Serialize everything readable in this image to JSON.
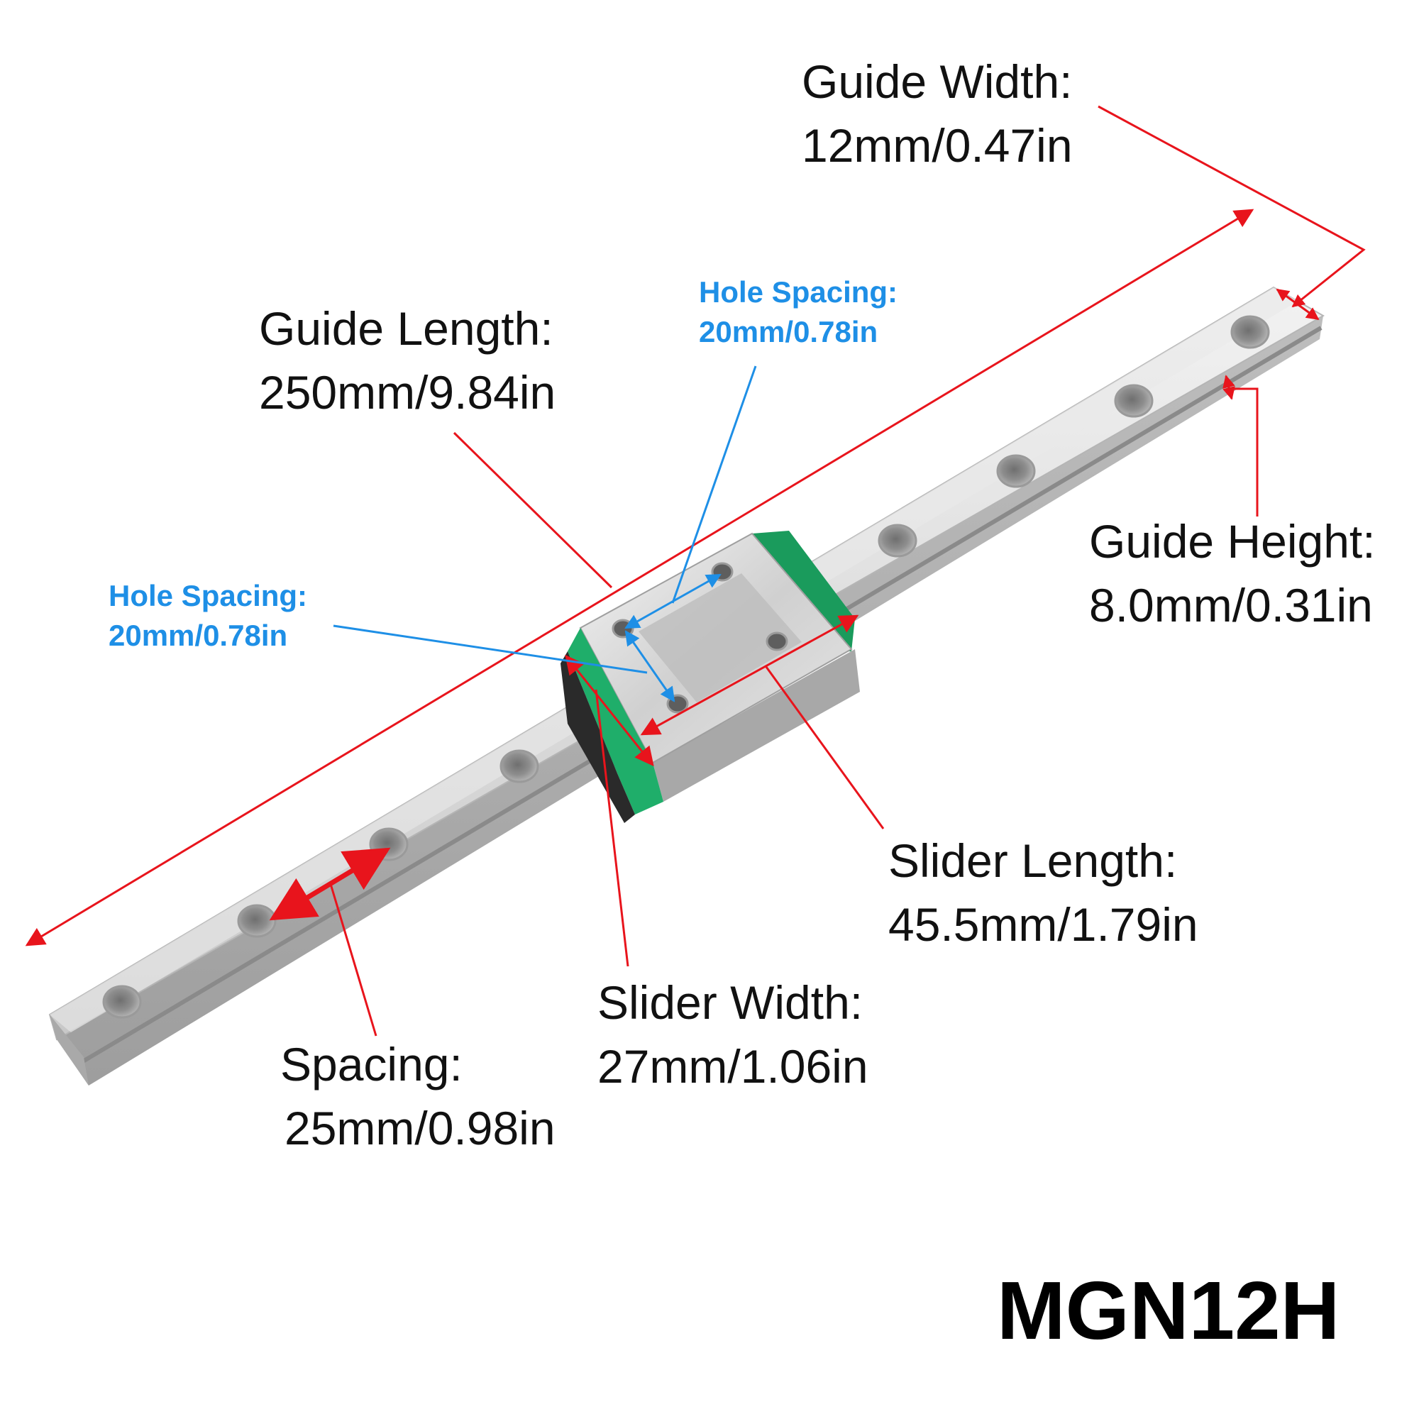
{
  "annotations": {
    "guide_width": {
      "title": "Guide Width:",
      "value": "12mm/0.47in"
    },
    "guide_length": {
      "title": "Guide Length:",
      "value": "250mm/9.84in"
    },
    "hole_spacing_top": {
      "title": "Hole Spacing:",
      "value": "20mm/0.78in"
    },
    "hole_spacing_left": {
      "title": "Hole Spacing:",
      "value": "20mm/0.78in"
    },
    "guide_height": {
      "title": "Guide Height:",
      "value": "8.0mm/0.31in"
    },
    "slider_length": {
      "title": "Slider Length:",
      "value": "45.5mm/1.79in"
    },
    "slider_width": {
      "title": "Slider Width:",
      "value": "27mm/1.06in"
    },
    "spacing": {
      "title": "Spacing:",
      "value": "25mm/0.98in"
    }
  },
  "model": "MGN12H",
  "colors": {
    "dimension_line": "#e8141c",
    "hole_spacing_line": "#1e8fe6",
    "slider_end_cap": "#1fae6a",
    "rail": "#d6d6d6"
  }
}
